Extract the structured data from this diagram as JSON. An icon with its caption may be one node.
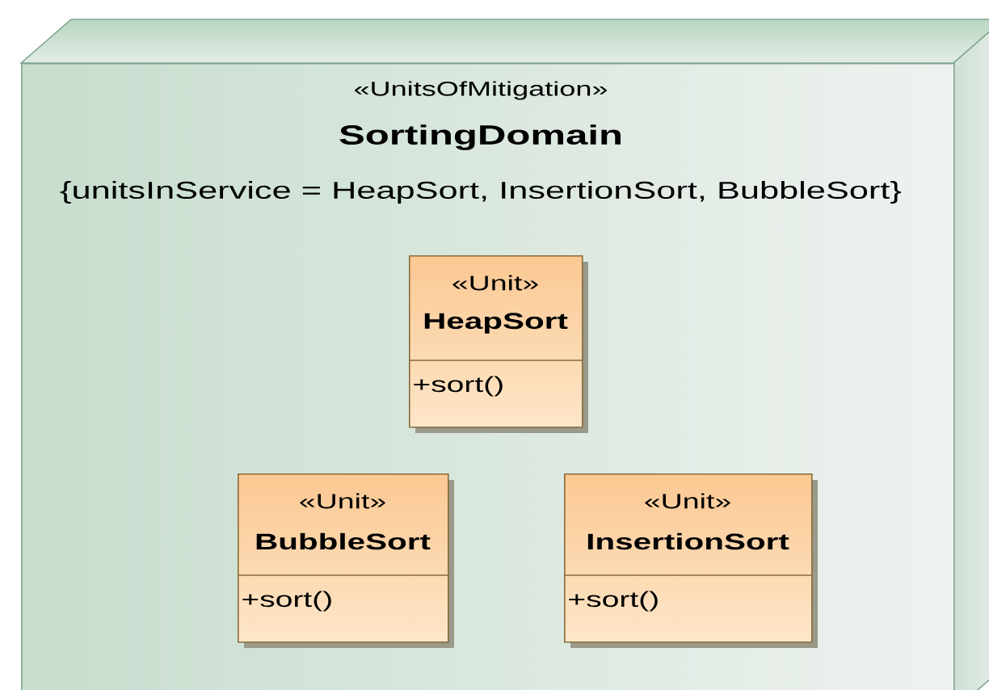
{
  "diagram": {
    "nodes": [
      {
        "text": [
          "«UnitsOfMitigation»",
          "SortingDomain",
          "{unitsInService = HeapSort, InsertionSort, BubbleSort}"
        ]
      },
      {
        "text": [
          "«Unit»",
          "HeapSort",
          "+sort()"
        ],
        "in": 0
      },
      {
        "text": [
          "«Unit»",
          "BubbleSort",
          "+sort()"
        ],
        "in": 0
      },
      {
        "text": [
          "«Unit»",
          "InsertionSort",
          "+sort()"
        ],
        "in": 0
      }
    ]
  }
}
